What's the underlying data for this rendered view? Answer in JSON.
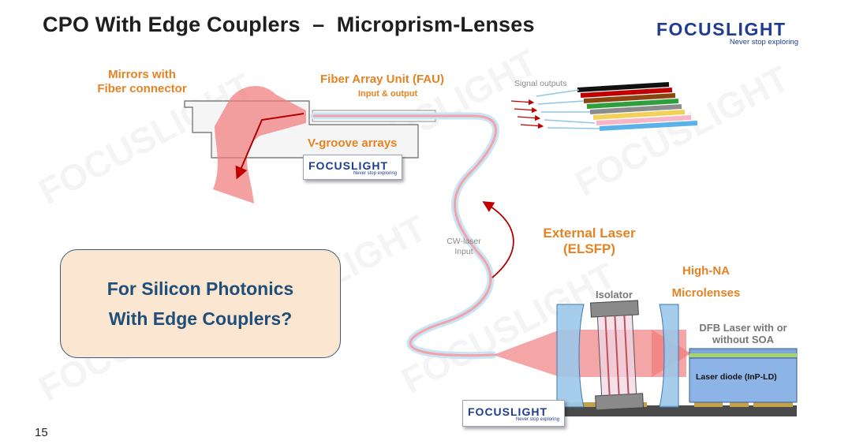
{
  "slide": {
    "title": "CPO With Edge Couplers  –  Microprism-Lenses",
    "page_number": "15"
  },
  "brand": {
    "name": "FOCUSLIGHT",
    "tagline": "Never stop exploring"
  },
  "labels": {
    "mirrors": [
      "Mirrors with",
      "Fiber connector"
    ],
    "fau_title": "Fiber Array Unit (FAU)",
    "fau_sub": "Input & output",
    "vgroove": "V-groove arrays",
    "signal_outputs": "Signal outputs",
    "cw_laser": [
      "CW-laser",
      "Input"
    ],
    "external_laser": [
      "External Laser",
      "(ELSFP)"
    ],
    "high_na": [
      "High-NA",
      "Microlenses"
    ],
    "isolator": "Isolator",
    "dfb": [
      "DFB Laser with or",
      "without SOA"
    ],
    "laser_diode": "Laser diode  (InP-LD)"
  },
  "callout": {
    "lines": [
      "For Silicon Photonics",
      "With Edge Couplers?"
    ]
  },
  "colors": {
    "orange": "#e58324",
    "brand_blue": "#1f3c91",
    "beam": "#f08080",
    "fiber": "#f3a3a8",
    "lens": "#9cc8ea",
    "callout_fill": "#fbe6d2",
    "callout_border": "#3c5a78",
    "arrow": "#c00000"
  },
  "ribbon_colors": [
    "#111111",
    "#c00000",
    "#8b4513",
    "#2e9e3e",
    "#8c8c8c",
    "#f2d15a",
    "#f7b6c8",
    "#5ab2e8"
  ]
}
